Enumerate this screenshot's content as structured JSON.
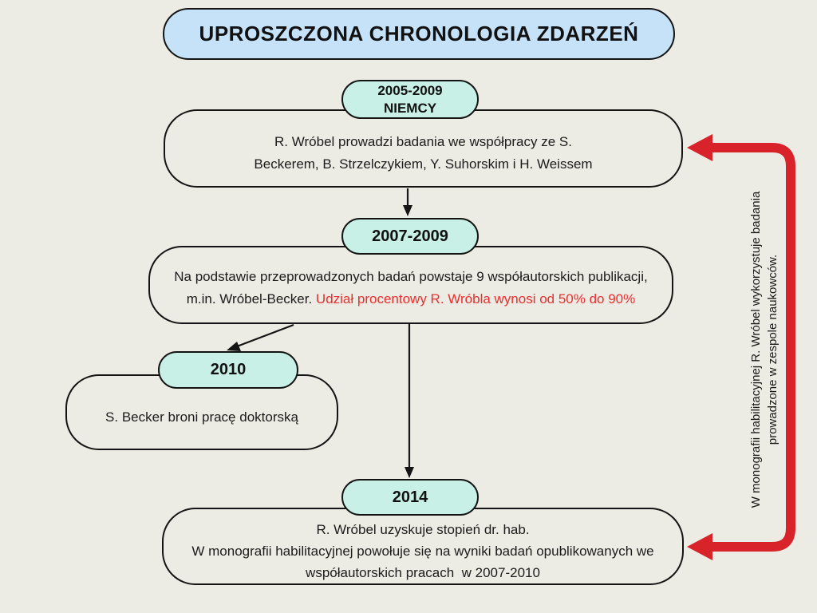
{
  "title": "UPROSZCZONA CHRONOLOGIA ZDARZEŃ",
  "colors": {
    "background": "#ecebe4",
    "title_fill": "#c6e2f8",
    "badge_fill": "#c8f0e6",
    "outline": "#141414",
    "highlight_text_red": "#e8302e",
    "arrow_red": "#d9232b"
  },
  "nodes": {
    "n1": {
      "badge_line1": "2005-2009",
      "badge_line2": "NIEMCY",
      "lines": [
        "R. Wróbel prowadzi badania we współpracy ze S.",
        "Beckerem, B. Strzelczykiem, Y. Suhorskim i H. Weissem"
      ]
    },
    "n2": {
      "badge": "2007-2009",
      "line1": "Na podstawie przeprowadzonych badań powstaje 9 współautorskich publikacji,",
      "line2_black": "m.in. Wróbel-Becker. ",
      "line2_red": "Udział procentowy R. Wróbla wynosi od 50% do 90%"
    },
    "n3": {
      "badge": "2010",
      "line1": "S. Becker broni pracę doktorską"
    },
    "n4": {
      "badge": "2014",
      "lines": [
        "R. Wróbel uzyskuje stopień dr. hab.",
        "W monografii habilitacyjnej powołuje się na wyniki badań opublikowanych we",
        "współautorskich pracach  w 2007-2010"
      ]
    }
  },
  "side_note": {
    "line1": "W monografii habilitacyjnej R. Wróbel wykorzystuje badania",
    "line2": "prowadzone w zespole naukowców."
  }
}
